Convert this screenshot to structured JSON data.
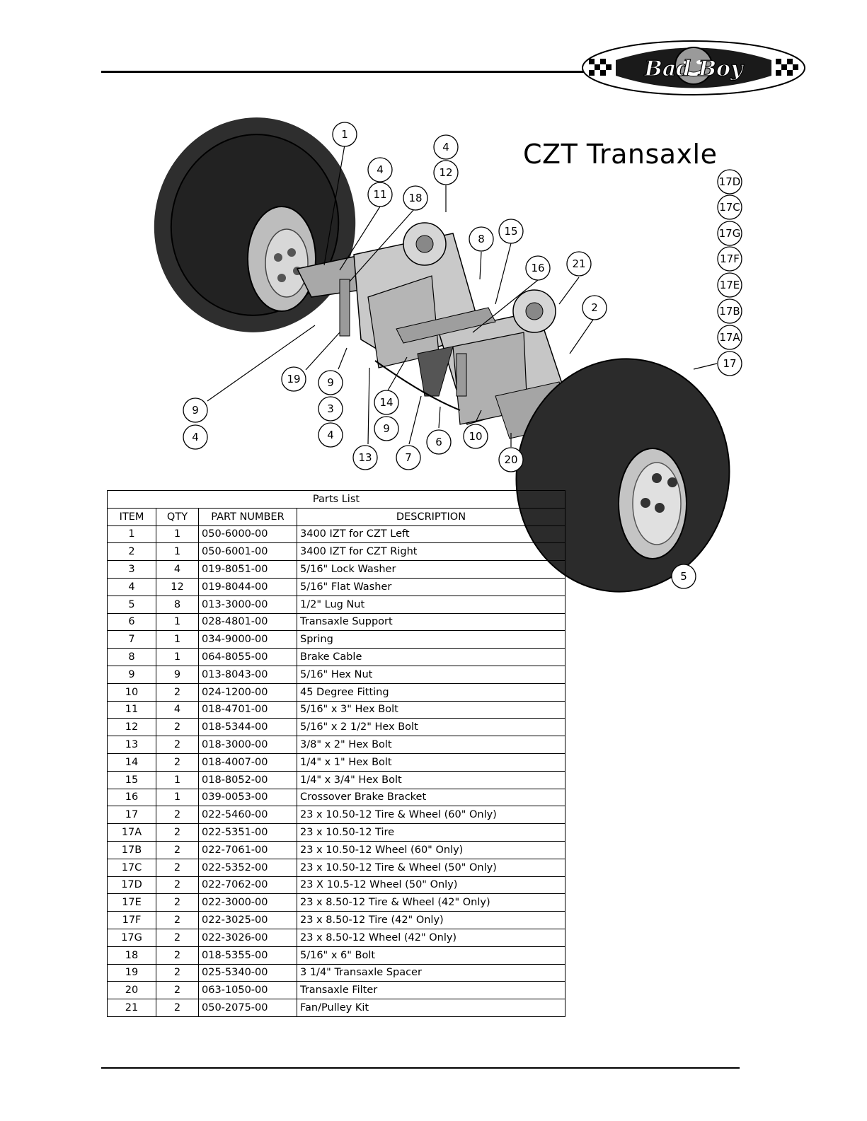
{
  "header": {
    "logo_text": "Bad Boy"
  },
  "diagram": {
    "title": "CZT Transaxle",
    "callouts": [
      {
        "label": "1"
      },
      {
        "label": "4"
      },
      {
        "label": "12"
      },
      {
        "label": "4"
      },
      {
        "label": "11"
      },
      {
        "label": "18"
      },
      {
        "label": "8"
      },
      {
        "label": "15"
      },
      {
        "label": "16"
      },
      {
        "label": "21"
      },
      {
        "label": "2"
      },
      {
        "label": "17D"
      },
      {
        "label": "17C"
      },
      {
        "label": "17G"
      },
      {
        "label": "17F"
      },
      {
        "label": "17E"
      },
      {
        "label": "17B"
      },
      {
        "label": "17A"
      },
      {
        "label": "17"
      },
      {
        "label": "19"
      },
      {
        "label": "9"
      },
      {
        "label": "3"
      },
      {
        "label": "4"
      },
      {
        "label": "9"
      },
      {
        "label": "4"
      },
      {
        "label": "14"
      },
      {
        "label": "9"
      },
      {
        "label": "13"
      },
      {
        "label": "7"
      },
      {
        "label": "6"
      },
      {
        "label": "10"
      },
      {
        "label": "20"
      },
      {
        "label": "5"
      }
    ]
  },
  "parts_list": {
    "caption": "Parts List",
    "headers": [
      "ITEM",
      "QTY",
      "PART NUMBER",
      "DESCRIPTION"
    ],
    "rows": [
      [
        "1",
        "1",
        "050-6000-00",
        "3400 IZT for CZT Left"
      ],
      [
        "2",
        "1",
        "050-6001-00",
        "3400 IZT for CZT Right"
      ],
      [
        "3",
        "4",
        "019-8051-00",
        "5/16\" Lock Washer"
      ],
      [
        "4",
        "12",
        "019-8044-00",
        "5/16\" Flat Washer"
      ],
      [
        "5",
        "8",
        "013-3000-00",
        "1/2\" Lug Nut"
      ],
      [
        "6",
        "1",
        "028-4801-00",
        "Transaxle Support"
      ],
      [
        "7",
        "1",
        "034-9000-00",
        "Spring"
      ],
      [
        "8",
        "1",
        "064-8055-00",
        "Brake Cable"
      ],
      [
        "9",
        "9",
        "013-8043-00",
        "5/16\" Hex Nut"
      ],
      [
        "10",
        "2",
        "024-1200-00",
        "45 Degree Fitting"
      ],
      [
        "11",
        "4",
        "018-4701-00",
        "5/16\" x 3\" Hex Bolt"
      ],
      [
        "12",
        "2",
        "018-5344-00",
        "5/16\" x 2 1/2\" Hex Bolt"
      ],
      [
        "13",
        "2",
        "018-3000-00",
        "3/8\" x 2\" Hex Bolt"
      ],
      [
        "14",
        "2",
        "018-4007-00",
        "1/4\" x 1\" Hex Bolt"
      ],
      [
        "15",
        "1",
        "018-8052-00",
        "1/4\" x 3/4\" Hex Bolt"
      ],
      [
        "16",
        "1",
        "039-0053-00",
        "Crossover Brake Bracket"
      ],
      [
        "17",
        "2",
        "022-5460-00",
        "23 x 10.50-12 Tire & Wheel (60\" Only)"
      ],
      [
        "17A",
        "2",
        "022-5351-00",
        "23 x 10.50-12 Tire"
      ],
      [
        "17B",
        "2",
        "022-7061-00",
        "23 x 10.50-12 Wheel (60\" Only)"
      ],
      [
        "17C",
        "2",
        "022-5352-00",
        "23 x 10.50-12 Tire & Wheel (50\" Only)"
      ],
      [
        "17D",
        "2",
        "022-7062-00",
        "23 X 10.5-12 Wheel (50\" Only)"
      ],
      [
        "17E",
        "2",
        "022-3000-00",
        "23 x 8.50-12 Tire & Wheel (42\" Only)"
      ],
      [
        "17F",
        "2",
        "022-3025-00",
        "23 x 8.50-12 Tire (42\" Only)"
      ],
      [
        "17G",
        "2",
        "022-3026-00",
        "23 x 8.50-12 Wheel (42\" Only)"
      ],
      [
        "18",
        "2",
        "018-5355-00",
        "5/16\" x 6\" Bolt"
      ],
      [
        "19",
        "2",
        "025-5340-00",
        "3 1/4\" Transaxle Spacer"
      ],
      [
        "20",
        "2",
        "063-1050-00",
        "Transaxle Filter"
      ],
      [
        "21",
        "2",
        "050-2075-00",
        "Fan/Pulley Kit"
      ]
    ]
  }
}
